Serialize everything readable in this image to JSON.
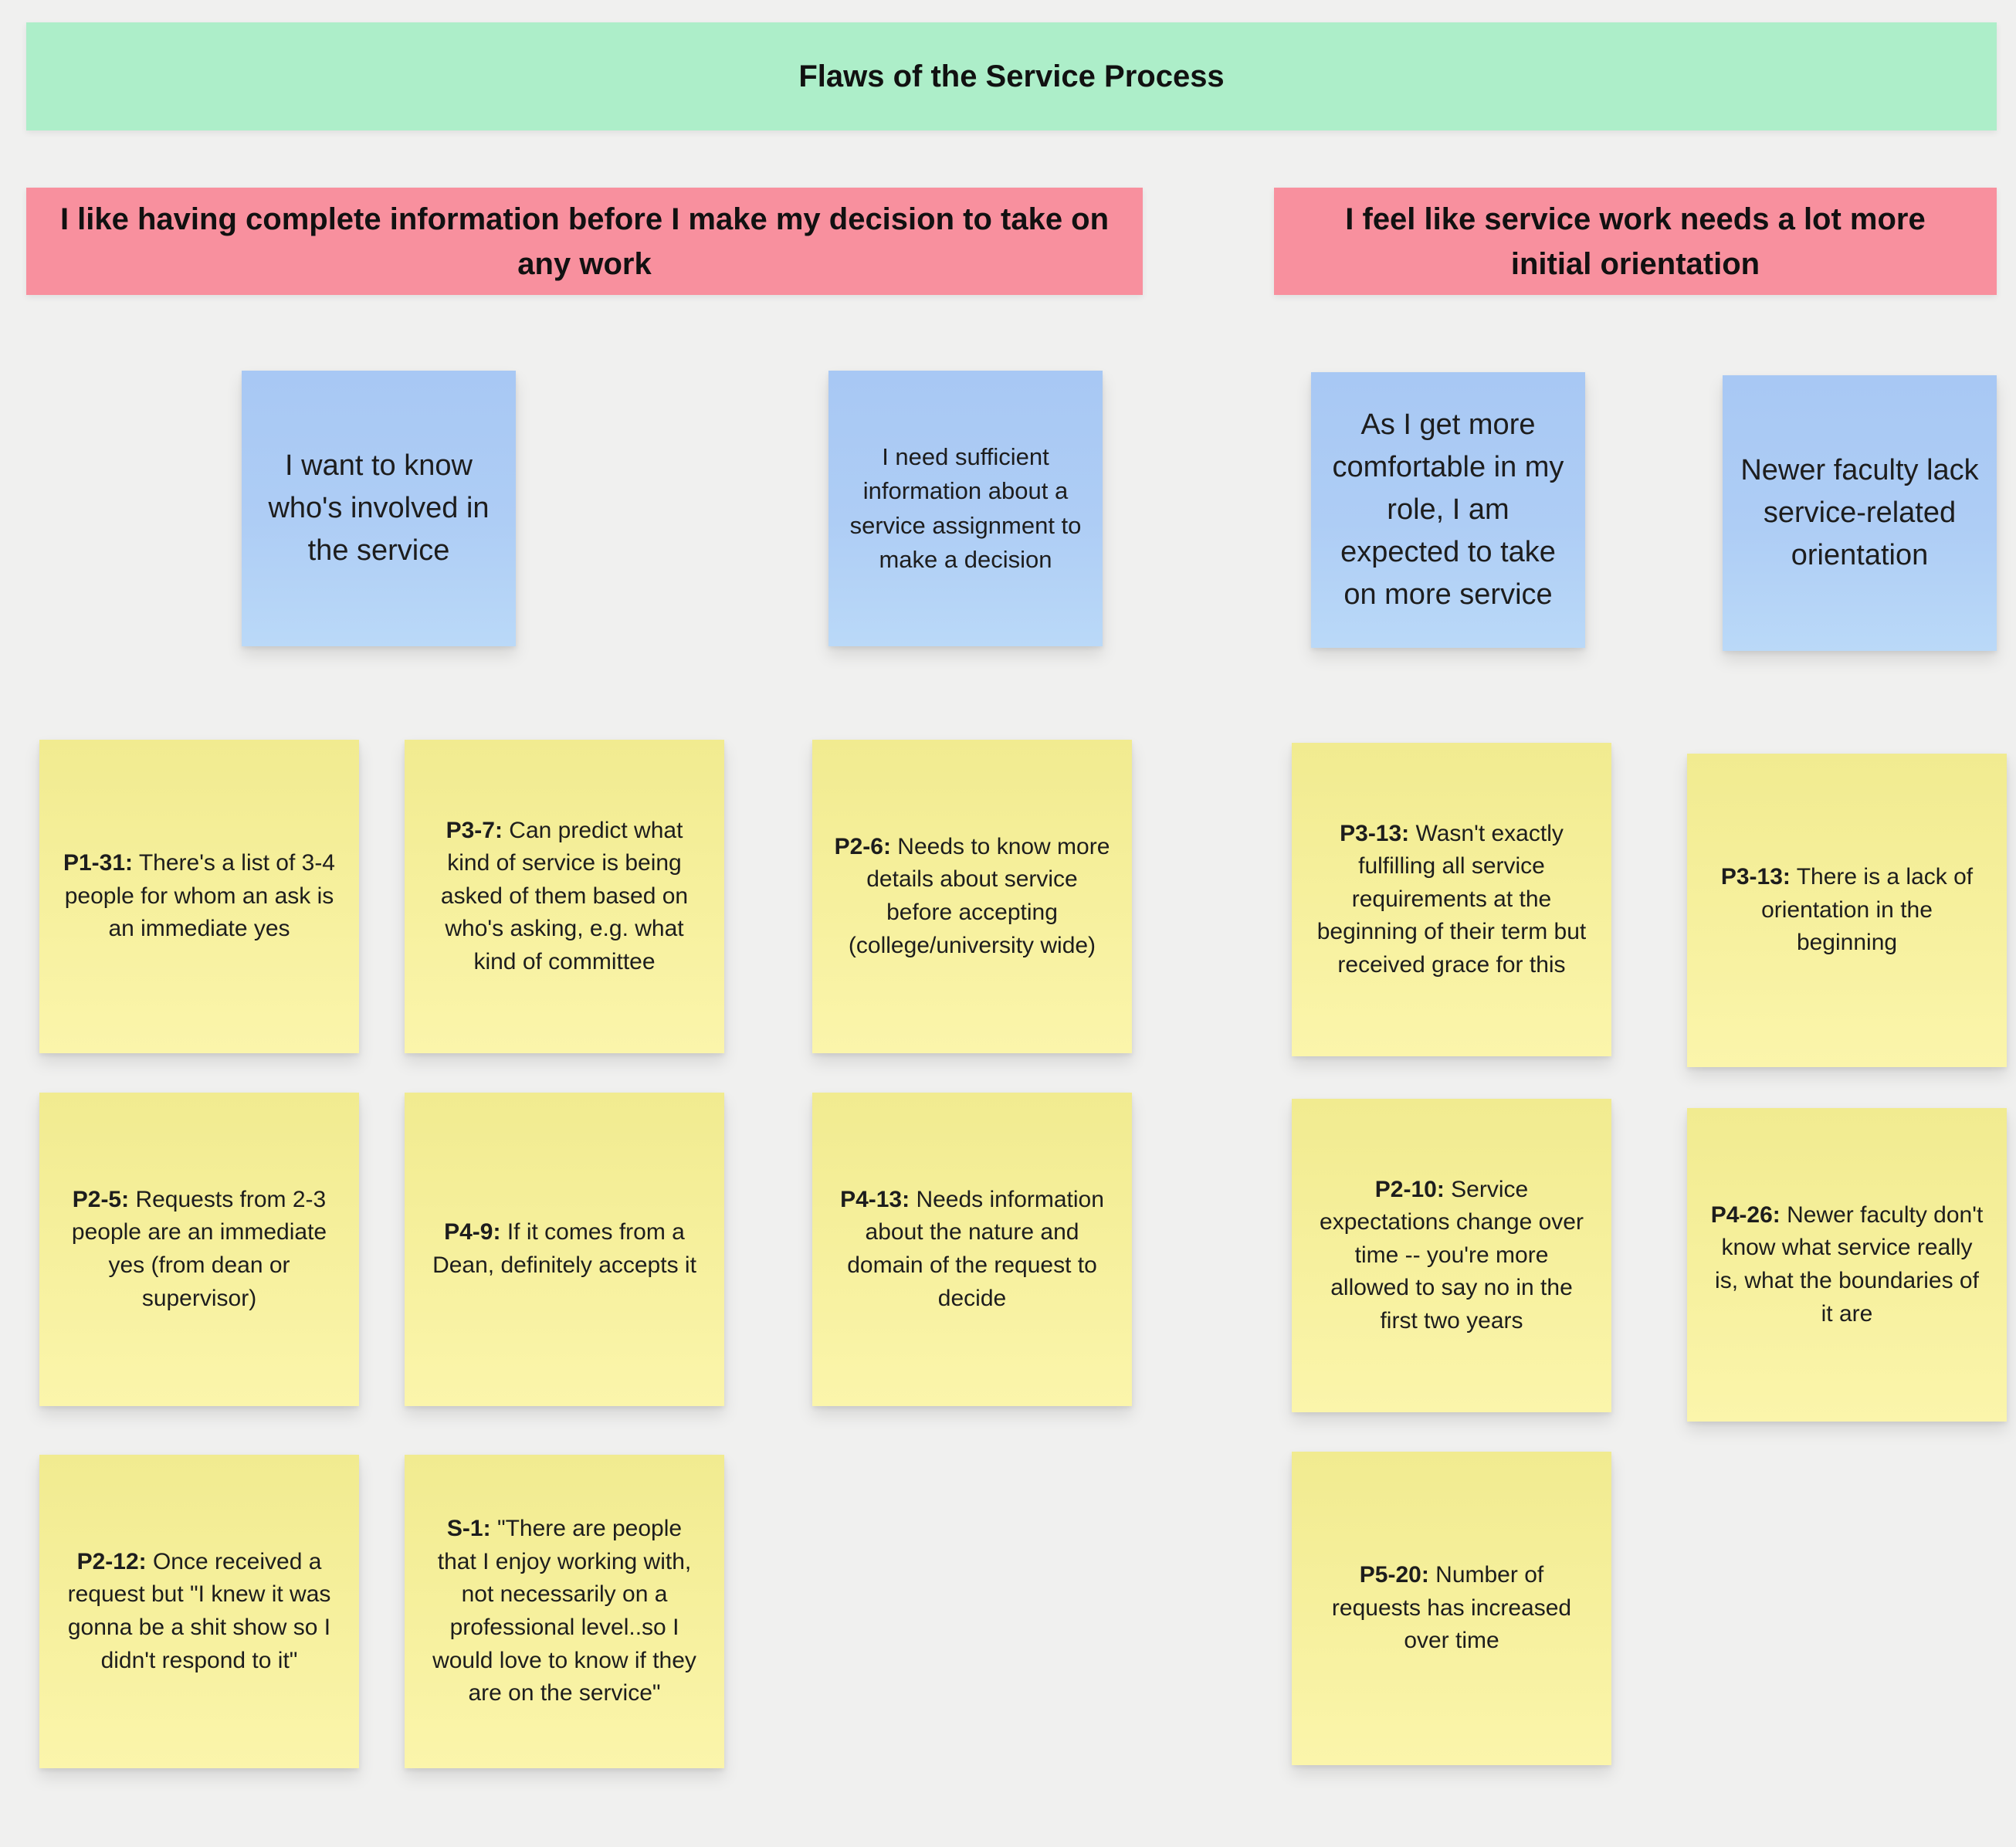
{
  "colors": {
    "background": "#f0f0ef",
    "title_banner": "#adeec9",
    "group_banner": "#f8909e",
    "insight_note": "#aecdf5",
    "sticky_note": "#f6f09d",
    "text": "#1d1d1d"
  },
  "board": {
    "title": "Flaws of the Service Process",
    "group_headers": [
      {
        "text": "I like having complete information before I make my decision to take on any work"
      },
      {
        "text": "I feel like service work needs a lot more initial orientation"
      }
    ],
    "insight_notes": [
      {
        "text": "I want to know who's involved in the service"
      },
      {
        "text": "I need sufficient information about a service assignment to make a decision"
      },
      {
        "text": "As I get more comfortable in my role, I am expected to take on more service"
      },
      {
        "text": "Newer faculty lack service-related orientation"
      }
    ],
    "sticky_notes": [
      {
        "code": "P1-31:",
        "text": "There's a list of 3-4 people for whom an ask is an immediate yes"
      },
      {
        "code": "P3-7:",
        "text": "Can predict what kind of service is being asked of them based on who's asking, e.g. what kind of committee"
      },
      {
        "code": "P2-6:",
        "text": "Needs to know more details about service before accepting (college/university wide)"
      },
      {
        "code": "P3-13:",
        "text": "Wasn't exactly fulfilling all service requirements at the beginning of their term but received grace for this"
      },
      {
        "code": "P3-13:",
        "text": "There is a lack of orientation in the beginning"
      },
      {
        "code": "P2-5:",
        "text": "Requests from 2-3 people are an immediate yes (from dean or supervisor)"
      },
      {
        "code": "P4-9:",
        "text": "If it comes from a Dean, definitely accepts it"
      },
      {
        "code": "P4-13:",
        "text": "Needs information about the nature and domain of the request to decide"
      },
      {
        "code": "P2-10:",
        "text": "Service expectations change over time -- you're more allowed to say no in the first two years"
      },
      {
        "code": "P4-26:",
        "text": "Newer faculty don't know what service really is, what the boundaries of it are"
      },
      {
        "code": "P2-12:",
        "text": "Once received a request but \"I knew it was gonna be a shit show so I didn't respond to it\""
      },
      {
        "code": "S-1:",
        "text": "\"There are people that I enjoy working with, not necessarily on a professional level..so I would love to know if they are on the service\""
      },
      {
        "code": "P5-20:",
        "text": "Number of requests has increased over time"
      }
    ]
  }
}
